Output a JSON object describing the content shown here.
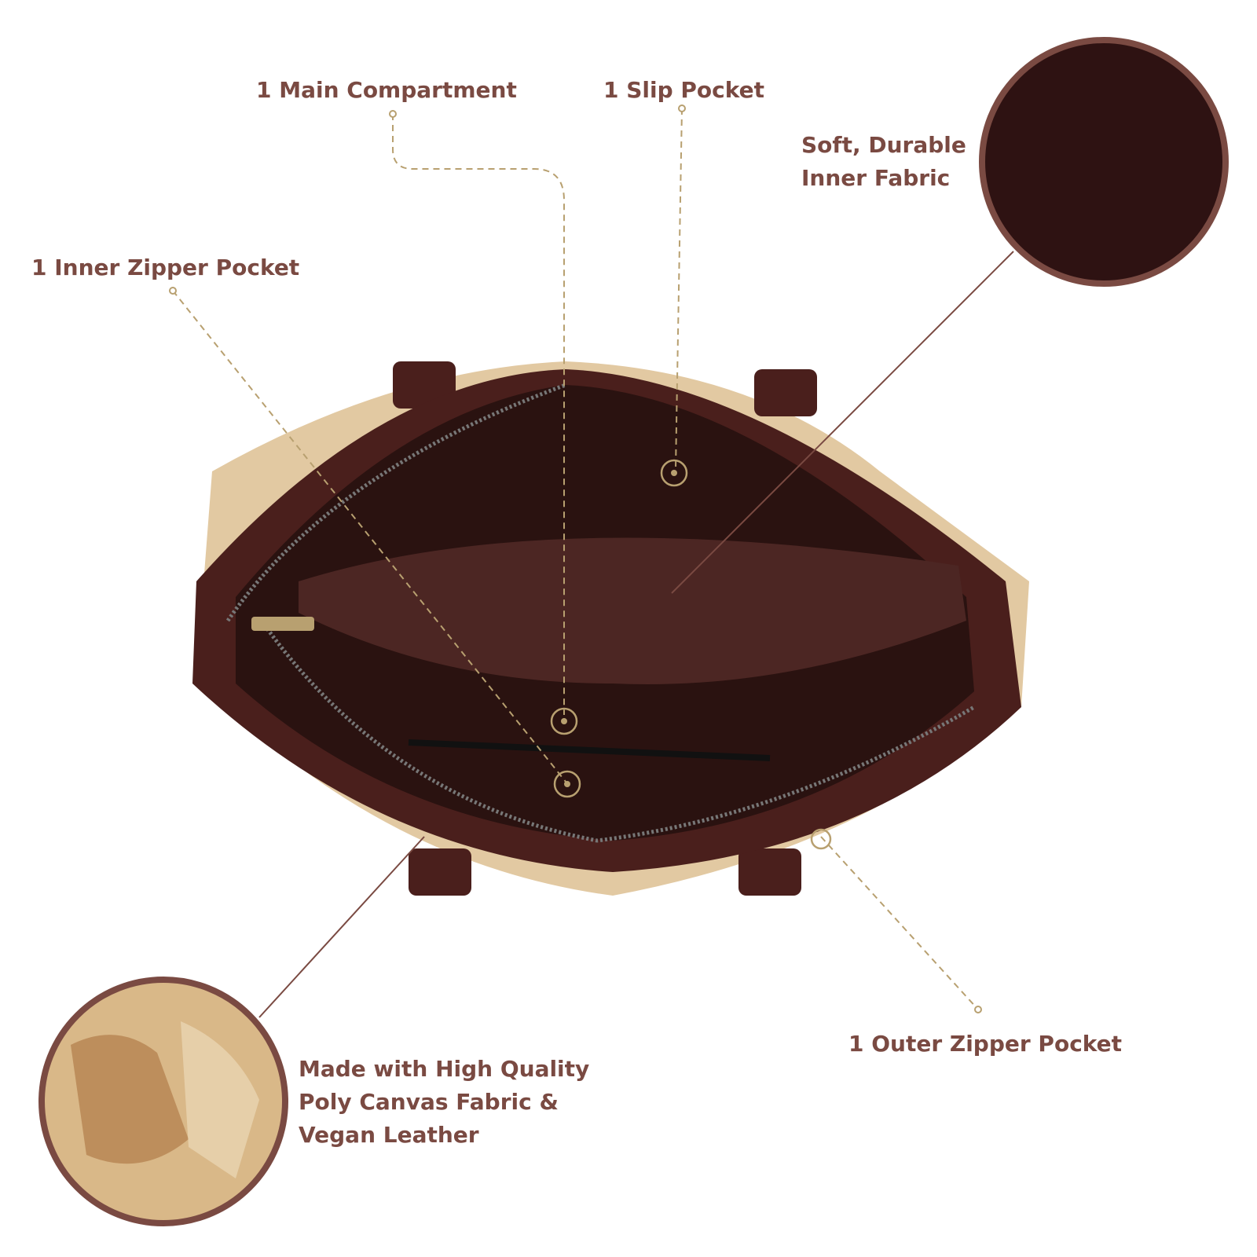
{
  "labels": {
    "main_compartment": "1 Main Compartment",
    "slip_pocket": "1 Slip Pocket",
    "inner_fabric_line1": "Soft, Durable",
    "inner_fabric_line2": "Inner Fabric",
    "inner_zipper": "1 Inner Zipper Pocket",
    "outer_zipper": "1 Outer Zipper Pocket",
    "material_line1": "Made with High Quality",
    "material_line2": "Poly Canvas Fabric &",
    "material_line3": "Vegan Leather"
  },
  "colors": {
    "text": "#7a4a42",
    "leader": "#b8a070",
    "leather": "#4a1f1c",
    "lining": "#2a1210",
    "canvas": "#e2c9a2"
  }
}
